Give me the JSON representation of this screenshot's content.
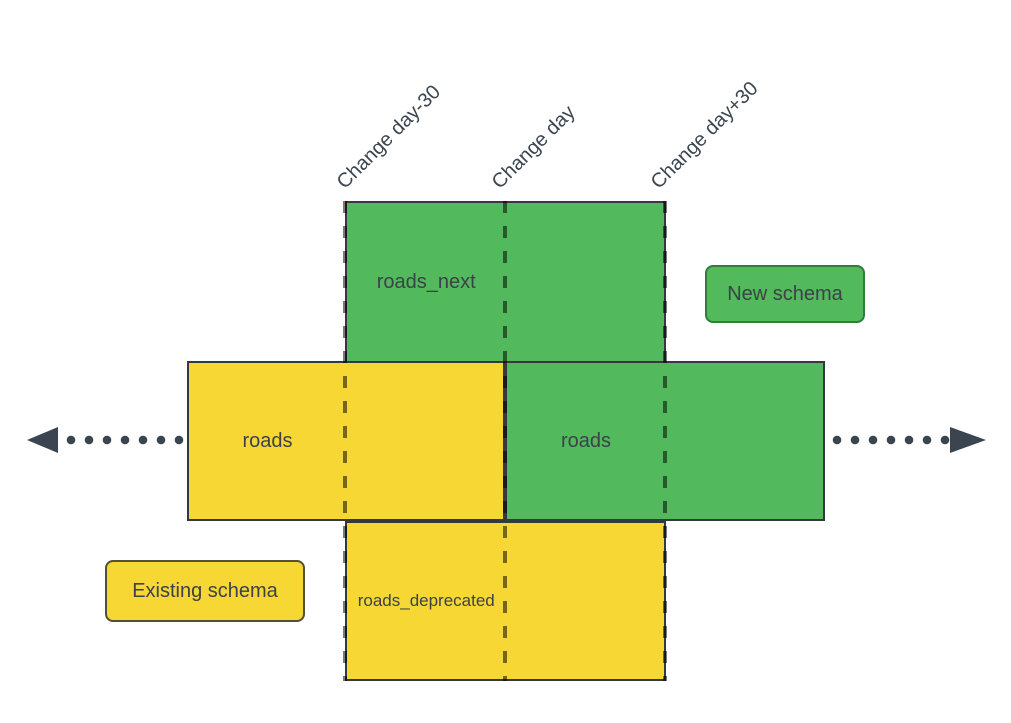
{
  "diagram": {
    "timeline": {
      "labels": [
        "Change day-30",
        "Change day",
        "Change day+30"
      ]
    },
    "boxes": {
      "roads_next": "roads_next",
      "roads_existing": "roads",
      "roads_new": "roads",
      "roads_deprecated": "roads_deprecated"
    },
    "legend": {
      "new_schema": "New schema",
      "existing_schema": "Existing schema"
    },
    "colors": {
      "new_schema_green": "#52b95c",
      "existing_schema_yellow": "#f7d733",
      "box_outline": "#33393f",
      "dashed_line": "rgba(0,0,0,0.52)",
      "arrow": "#3a4550",
      "text": "#3b4248"
    }
  }
}
